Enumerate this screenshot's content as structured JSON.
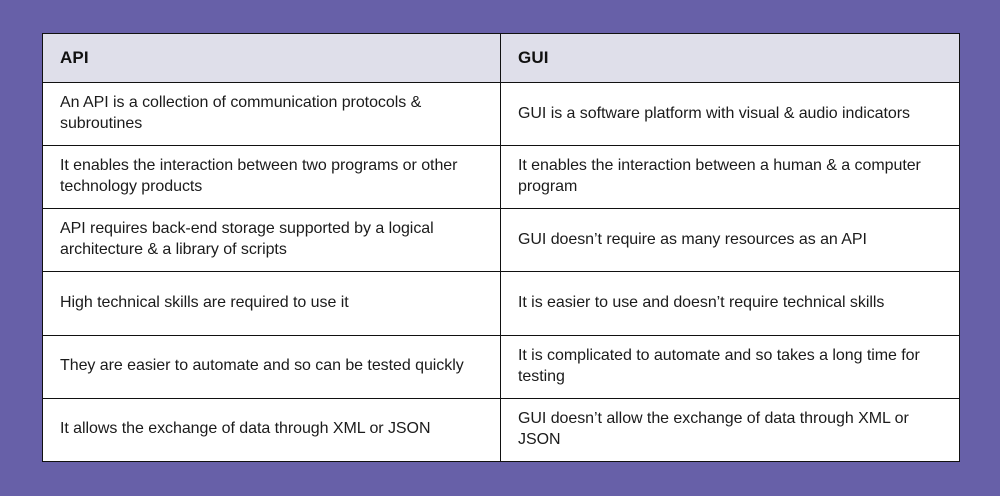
{
  "table": {
    "headers": [
      "API",
      "GUI"
    ],
    "rows": [
      {
        "api": "An API is a collection of communication protocols & subroutines",
        "gui": "GUI is a software platform with visual & audio indicators"
      },
      {
        "api": "It enables the interaction between two programs or other technology products",
        "gui": "It enables the interaction between a human & a computer program"
      },
      {
        "api": "API requires back-end storage supported by a logical architecture & a library of scripts",
        "gui": "GUI doesn’t require as many resources as an API"
      },
      {
        "api": "High technical skills are required to use it",
        "gui": "It is easier to use and doesn’t require technical skills"
      },
      {
        "api": "They are easier to automate and so can be tested quickly",
        "gui": "It is complicated to automate and so takes a long time for testing"
      },
      {
        "api": "It allows the exchange of data through XML or JSON",
        "gui": "GUI doesn’t allow the exchange of data through XML or JSON"
      }
    ]
  },
  "colors": {
    "background": "#6760a8",
    "header_fill": "#dfdfea",
    "cell_fill": "#ffffff",
    "border": "#111111",
    "text": "#1b1b1b"
  }
}
